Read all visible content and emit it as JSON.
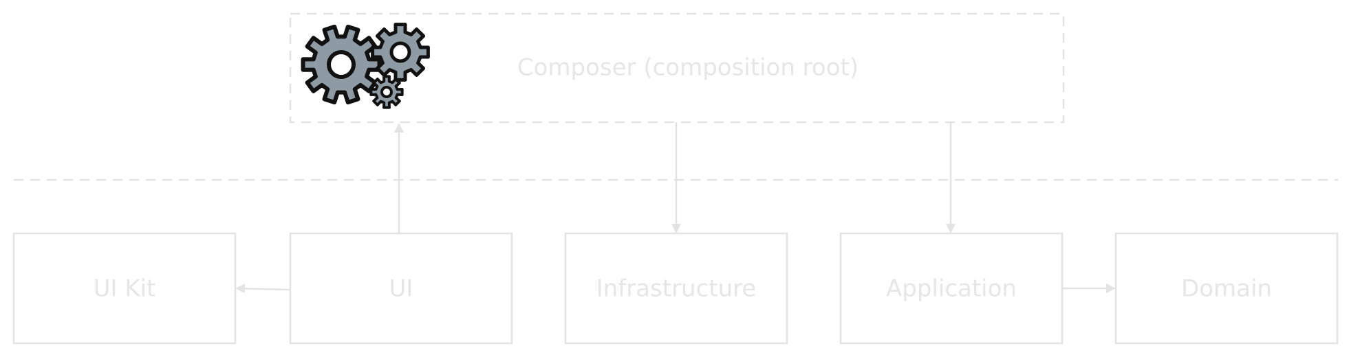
{
  "colors": {
    "faded_stroke": "#e3e3e3",
    "faded_text": "#e6e6e6",
    "gear_fill": "#8e9ba4",
    "gear_stroke": "#111111"
  },
  "composer": {
    "label": "Composer (composition root)",
    "icon": "gears-icon"
  },
  "layers": [
    {
      "id": "ui-kit",
      "label": "UI Kit"
    },
    {
      "id": "ui",
      "label": "UI"
    },
    {
      "id": "infrastructure",
      "label": "Infrastructure"
    },
    {
      "id": "application",
      "label": "Application"
    },
    {
      "id": "domain",
      "label": "Domain"
    }
  ],
  "dependencies": [
    {
      "from": "ui",
      "to": "ui-kit"
    },
    {
      "from": "ui",
      "to": "composer"
    },
    {
      "from": "composer",
      "to": "infrastructure"
    },
    {
      "from": "composer",
      "to": "application"
    },
    {
      "from": "application",
      "to": "domain"
    }
  ]
}
